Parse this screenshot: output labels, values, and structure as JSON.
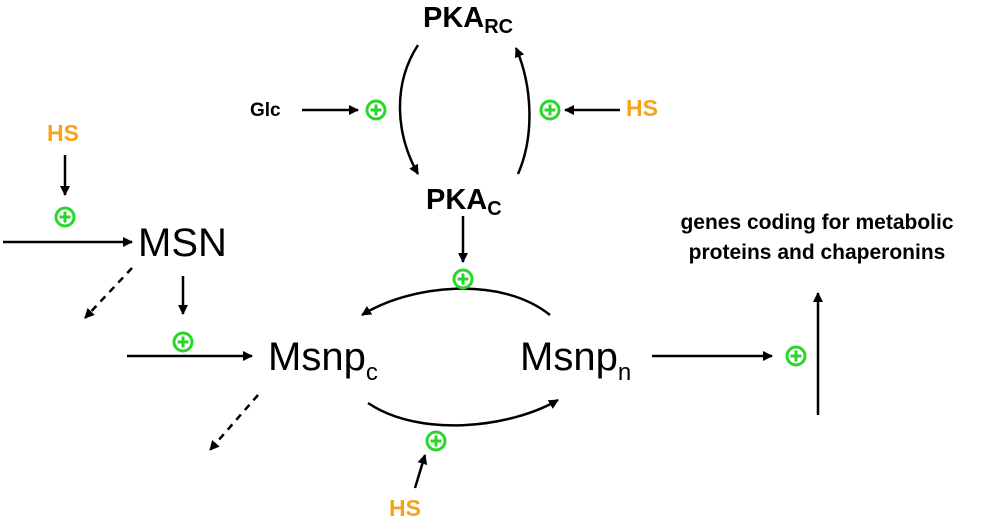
{
  "nodes": {
    "pka_rc": {
      "main": "PKA",
      "sub": "RC"
    },
    "pka_c": {
      "main": "PKA",
      "sub": "C"
    },
    "msn": {
      "label": "MSN"
    },
    "msnp_c": {
      "main": "Msnp",
      "sub": "c"
    },
    "msnp_n": {
      "main": "Msnp",
      "sub": "n"
    },
    "genes": {
      "line1": "genes coding for metabolic",
      "line2": "proteins and chaperonins"
    }
  },
  "signals": {
    "glc": "Glc",
    "hs": "HS"
  },
  "activation_symbol": "plus-in-circle",
  "colors": {
    "text": "#000000",
    "heat_shock": "#f7a21b",
    "activation": "#2bd62b"
  }
}
